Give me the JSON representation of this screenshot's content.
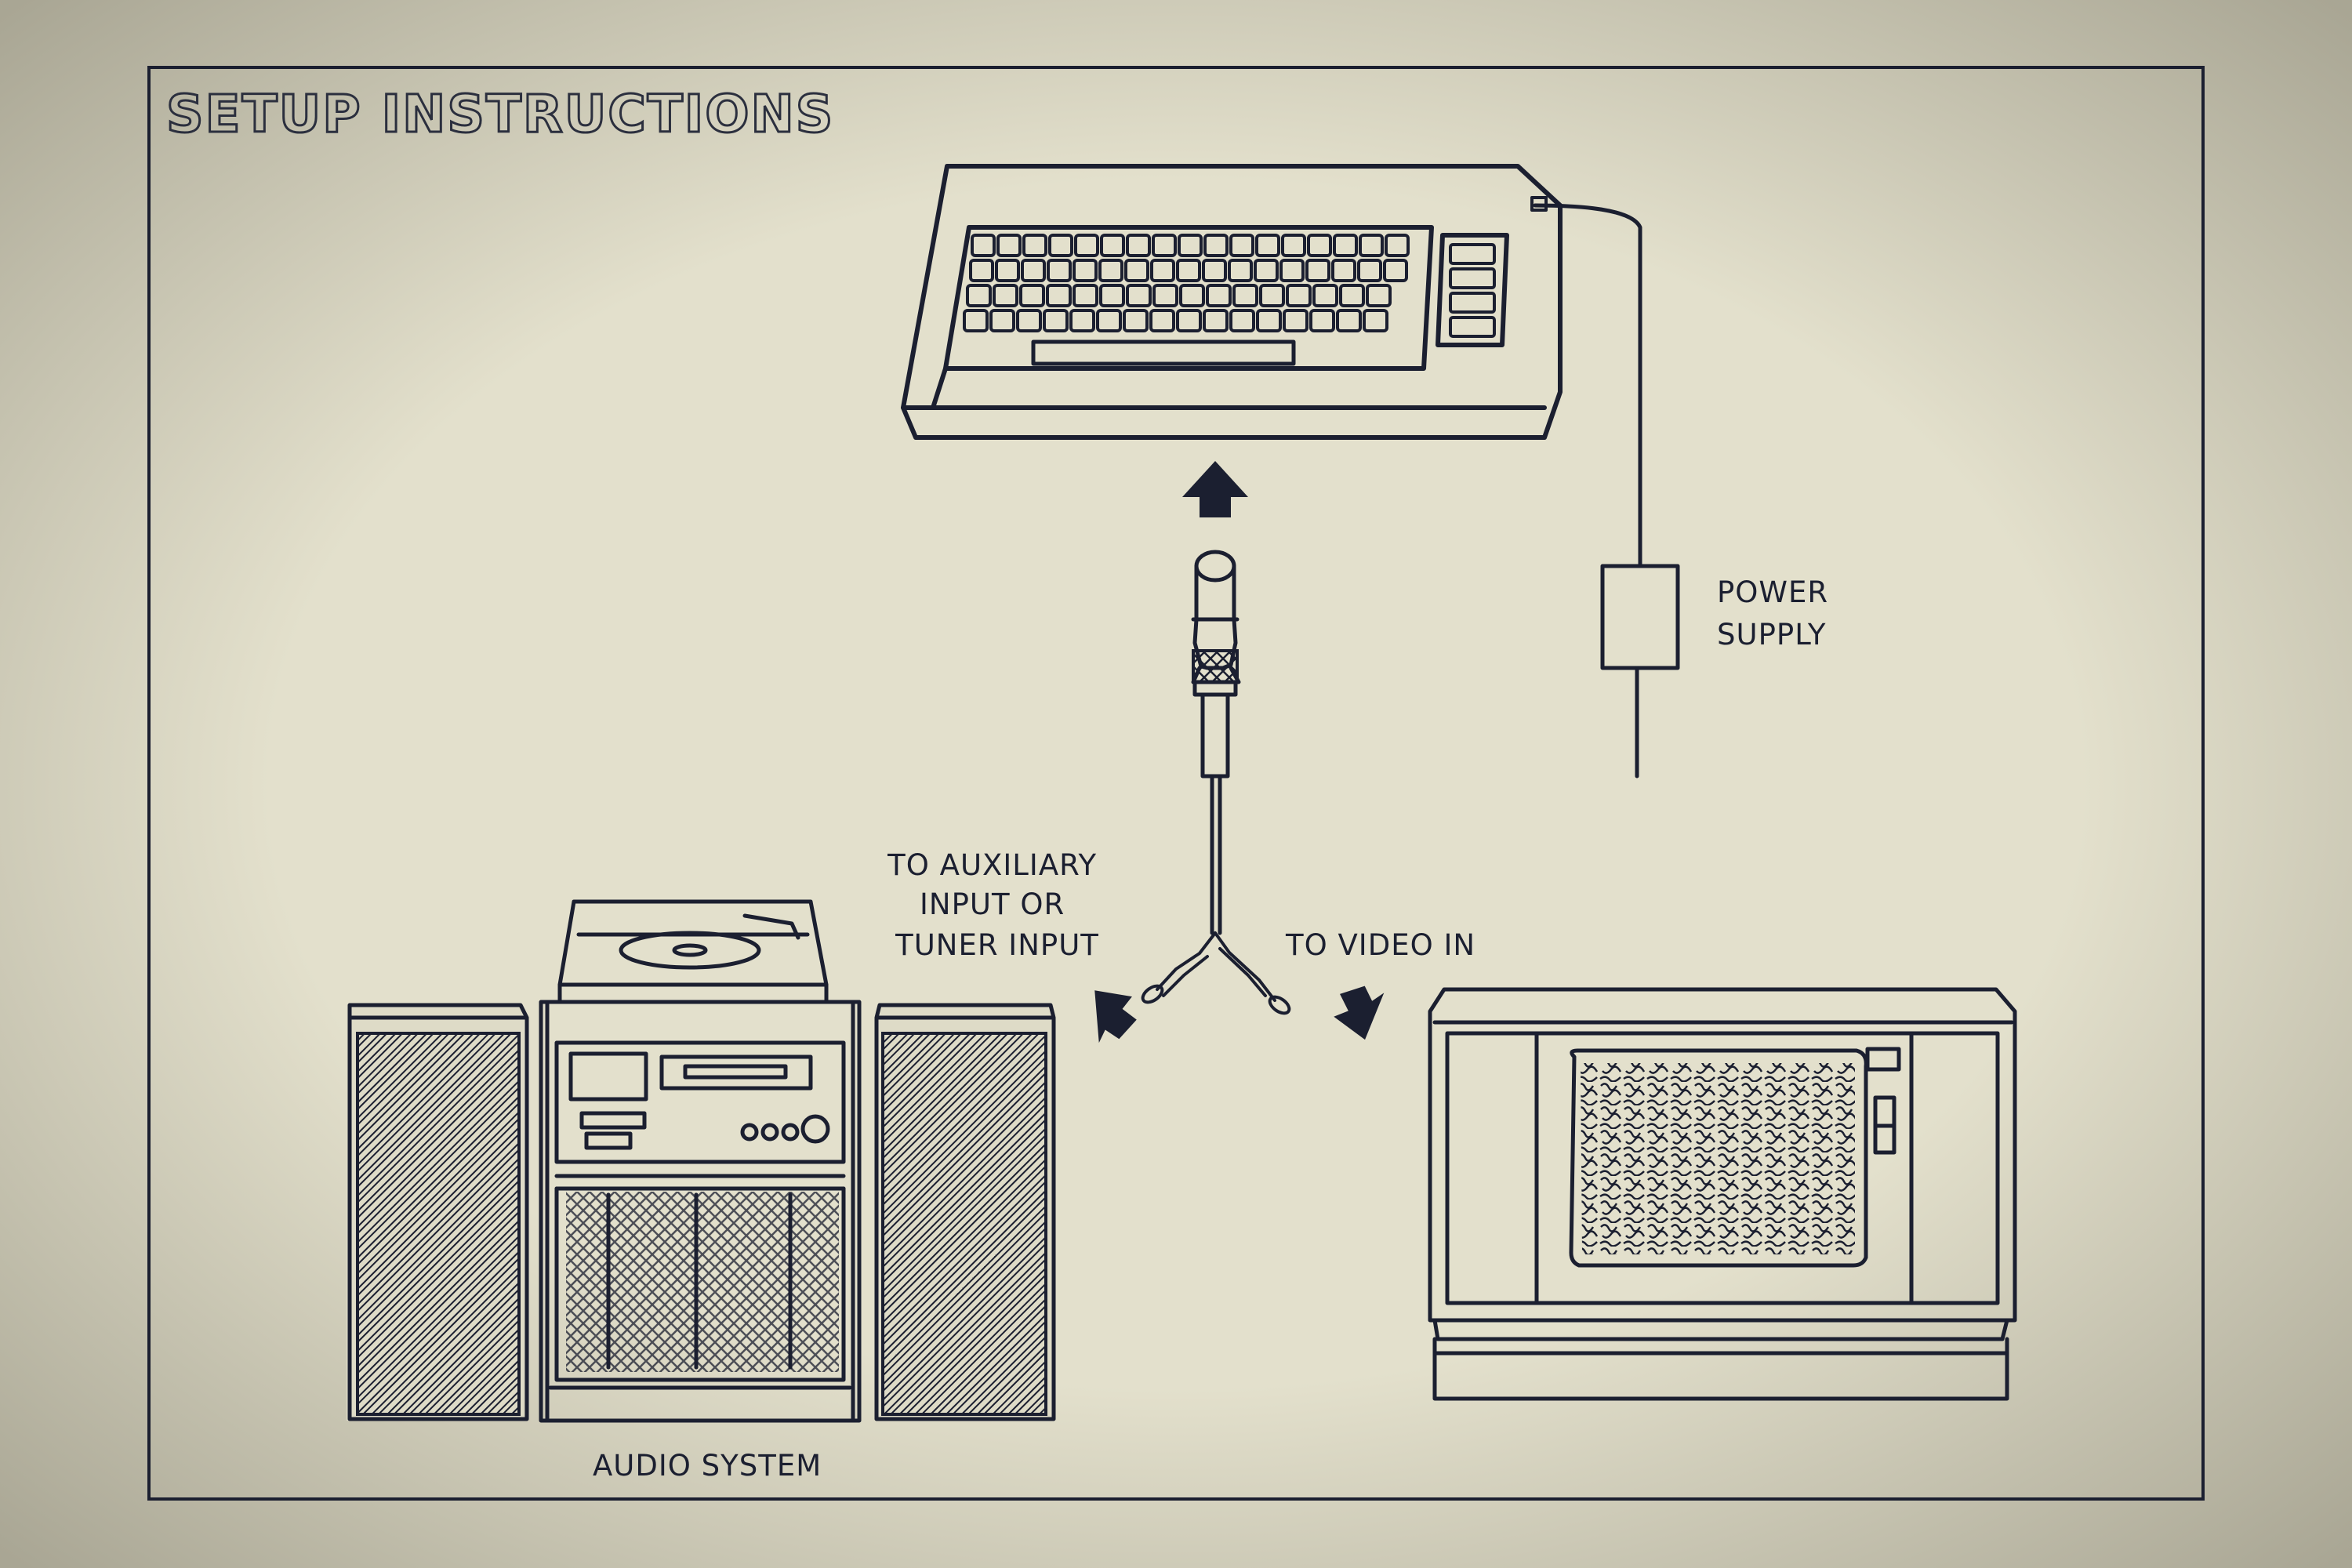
{
  "title": "SETUP INSTRUCTIONS",
  "labels": {
    "power_supply": [
      "POWER",
      "SUPPLY"
    ],
    "audio_input": [
      "TO AUXILIARY",
      "INPUT OR",
      "TUNER INPUT"
    ],
    "video_input": "TO VIDEO IN",
    "audio_system": "AUDIO SYSTEM"
  },
  "devices": [
    "computer-keyboard",
    "power-supply",
    "audio-system",
    "television"
  ],
  "colors": {
    "ink": "#1b1f30",
    "paper": "#dedbc7",
    "background": "#d9d6c5"
  }
}
